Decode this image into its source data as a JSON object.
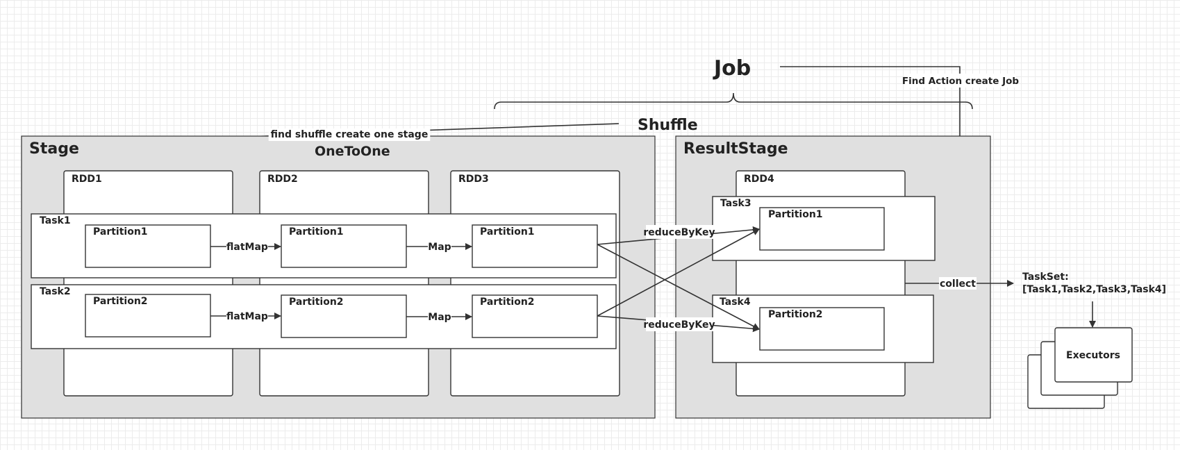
{
  "job": {
    "title": "Job"
  },
  "shuffle": {
    "title": "Shuffle",
    "note": "find shuffle create one stage"
  },
  "action_note": "Find Action create Job",
  "stage": {
    "title": "Stage",
    "subtitle": "OneToOne",
    "rdds": [
      "RDD1",
      "RDD2",
      "RDD3"
    ],
    "tasks": [
      {
        "label": "Task1",
        "partition": "Partition1"
      },
      {
        "label": "Task2",
        "partition": "Partition2"
      }
    ],
    "ops": [
      "flatMap",
      "Map"
    ]
  },
  "result_stage": {
    "title": "ResultStage",
    "rdd": "RDD4",
    "tasks": [
      {
        "label": "Task3",
        "partition": "Partition1"
      },
      {
        "label": "Task4",
        "partition": "Partition2"
      }
    ]
  },
  "reduce_op": "reduceByKey",
  "collect_op": "collect",
  "taskset": {
    "line1": "TaskSet:",
    "line2": "[Task1,Task2,Task3,Task4]"
  },
  "executors": "Executors"
}
